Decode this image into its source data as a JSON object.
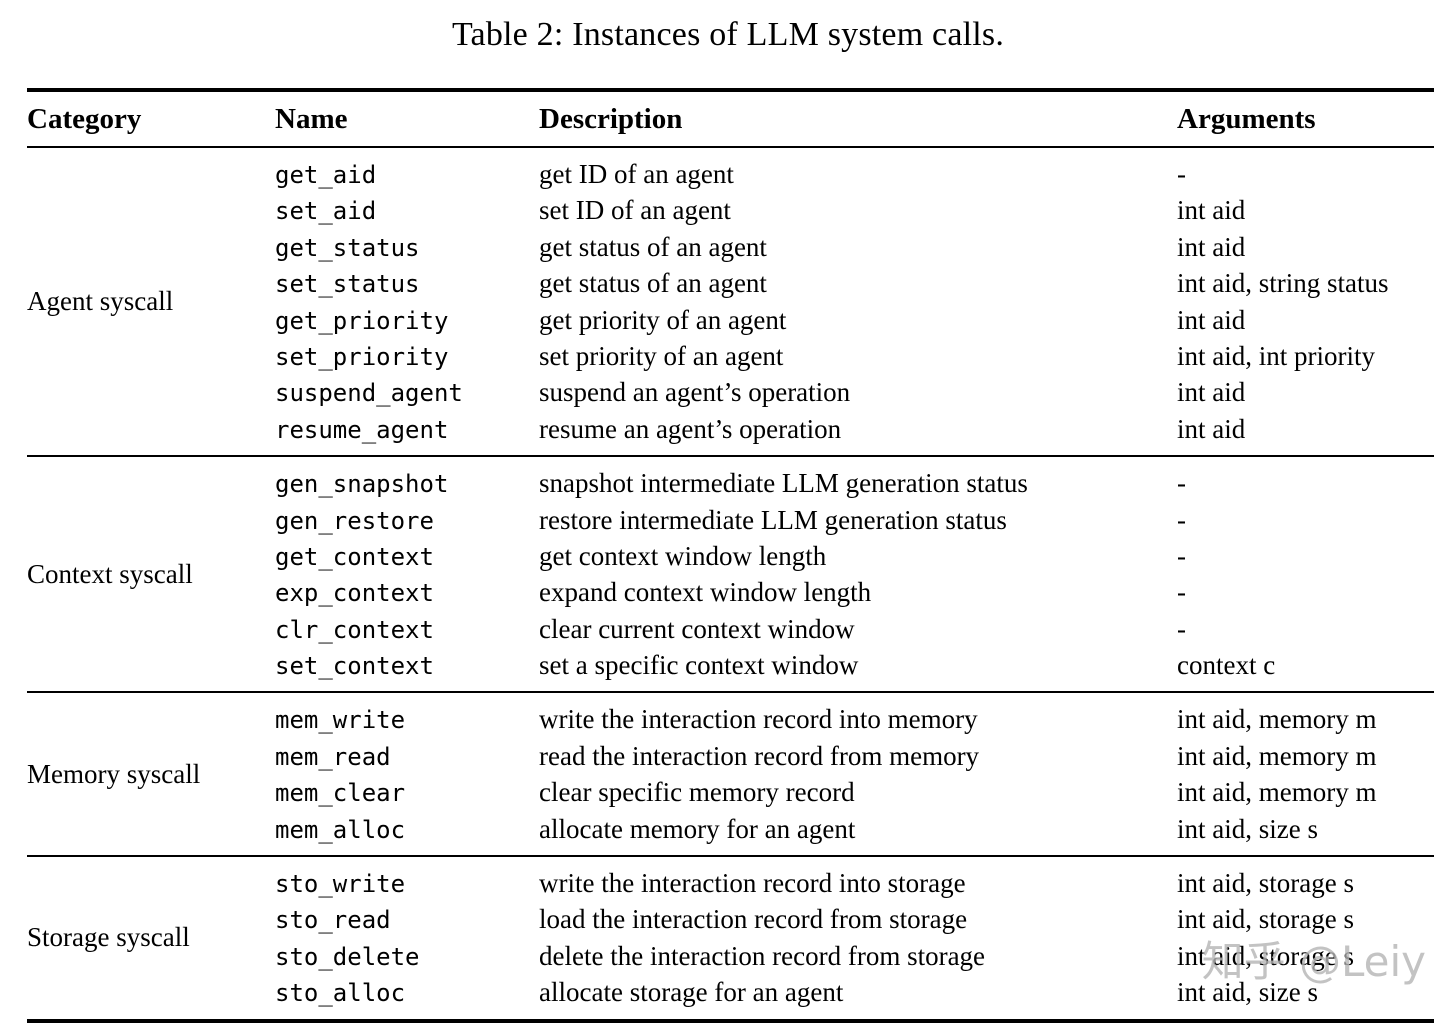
{
  "title": "Table 2: Instances of LLM system calls.",
  "columns": {
    "category": "Category",
    "name": "Name",
    "description": "Description",
    "arguments": "Arguments"
  },
  "sections": [
    {
      "category": "Agent syscall",
      "rows": [
        {
          "name": "get_aid",
          "description": "get ID of an agent",
          "arguments": "-"
        },
        {
          "name": "set_aid",
          "description": "set ID of an agent",
          "arguments": "int aid"
        },
        {
          "name": "get_status",
          "description": "get status of an agent",
          "arguments": "int aid"
        },
        {
          "name": "set_status",
          "description": "get status of an agent",
          "arguments": "int aid, string status"
        },
        {
          "name": "get_priority",
          "description": "get priority of an agent",
          "arguments": "int aid"
        },
        {
          "name": "set_priority",
          "description": "set priority of an agent",
          "arguments": "int aid, int priority"
        },
        {
          "name": "suspend_agent",
          "description": "suspend an agent’s operation",
          "arguments": "int aid"
        },
        {
          "name": "resume_agent",
          "description": "resume an agent’s operation",
          "arguments": "int aid"
        }
      ]
    },
    {
      "category": "Context syscall",
      "rows": [
        {
          "name": "gen_snapshot",
          "description": "snapshot intermediate LLM generation status",
          "arguments": "-"
        },
        {
          "name": "gen_restore",
          "description": "restore intermediate LLM generation status",
          "arguments": "-"
        },
        {
          "name": "get_context",
          "description": "get context window length",
          "arguments": "-"
        },
        {
          "name": "exp_context",
          "description": "expand context window length",
          "arguments": "-"
        },
        {
          "name": "clr_context",
          "description": "clear current context window",
          "arguments": "-"
        },
        {
          "name": "set_context",
          "description": "set a specific context window",
          "arguments": "context c"
        }
      ]
    },
    {
      "category": "Memory syscall",
      "rows": [
        {
          "name": "mem_write",
          "description": "write the interaction record into memory",
          "arguments": "int aid, memory m"
        },
        {
          "name": "mem_read",
          "description": "read the interaction record from memory",
          "arguments": "int aid, memory m"
        },
        {
          "name": "mem_clear",
          "description": "clear specific memory record",
          "arguments": "int aid, memory m"
        },
        {
          "name": "mem_alloc",
          "description": "allocate memory for an agent",
          "arguments": "int aid, size s"
        }
      ]
    },
    {
      "category": "Storage syscall",
      "rows": [
        {
          "name": "sto_write",
          "description": "write the interaction record into storage",
          "arguments": "int aid, storage s"
        },
        {
          "name": "sto_read",
          "description": "load the interaction record from storage",
          "arguments": "int aid, storage s"
        },
        {
          "name": "sto_delete",
          "description": "delete the interaction record from storage",
          "arguments": "int aid, storage s"
        },
        {
          "name": "sto_alloc",
          "description": "allocate storage for an agent",
          "arguments": "int aid, size s"
        }
      ]
    }
  ],
  "watermark": "知乎 @Leiy",
  "colors": {
    "text": "#000000",
    "background": "#ffffff",
    "watermark": "#b5b5b5"
  }
}
